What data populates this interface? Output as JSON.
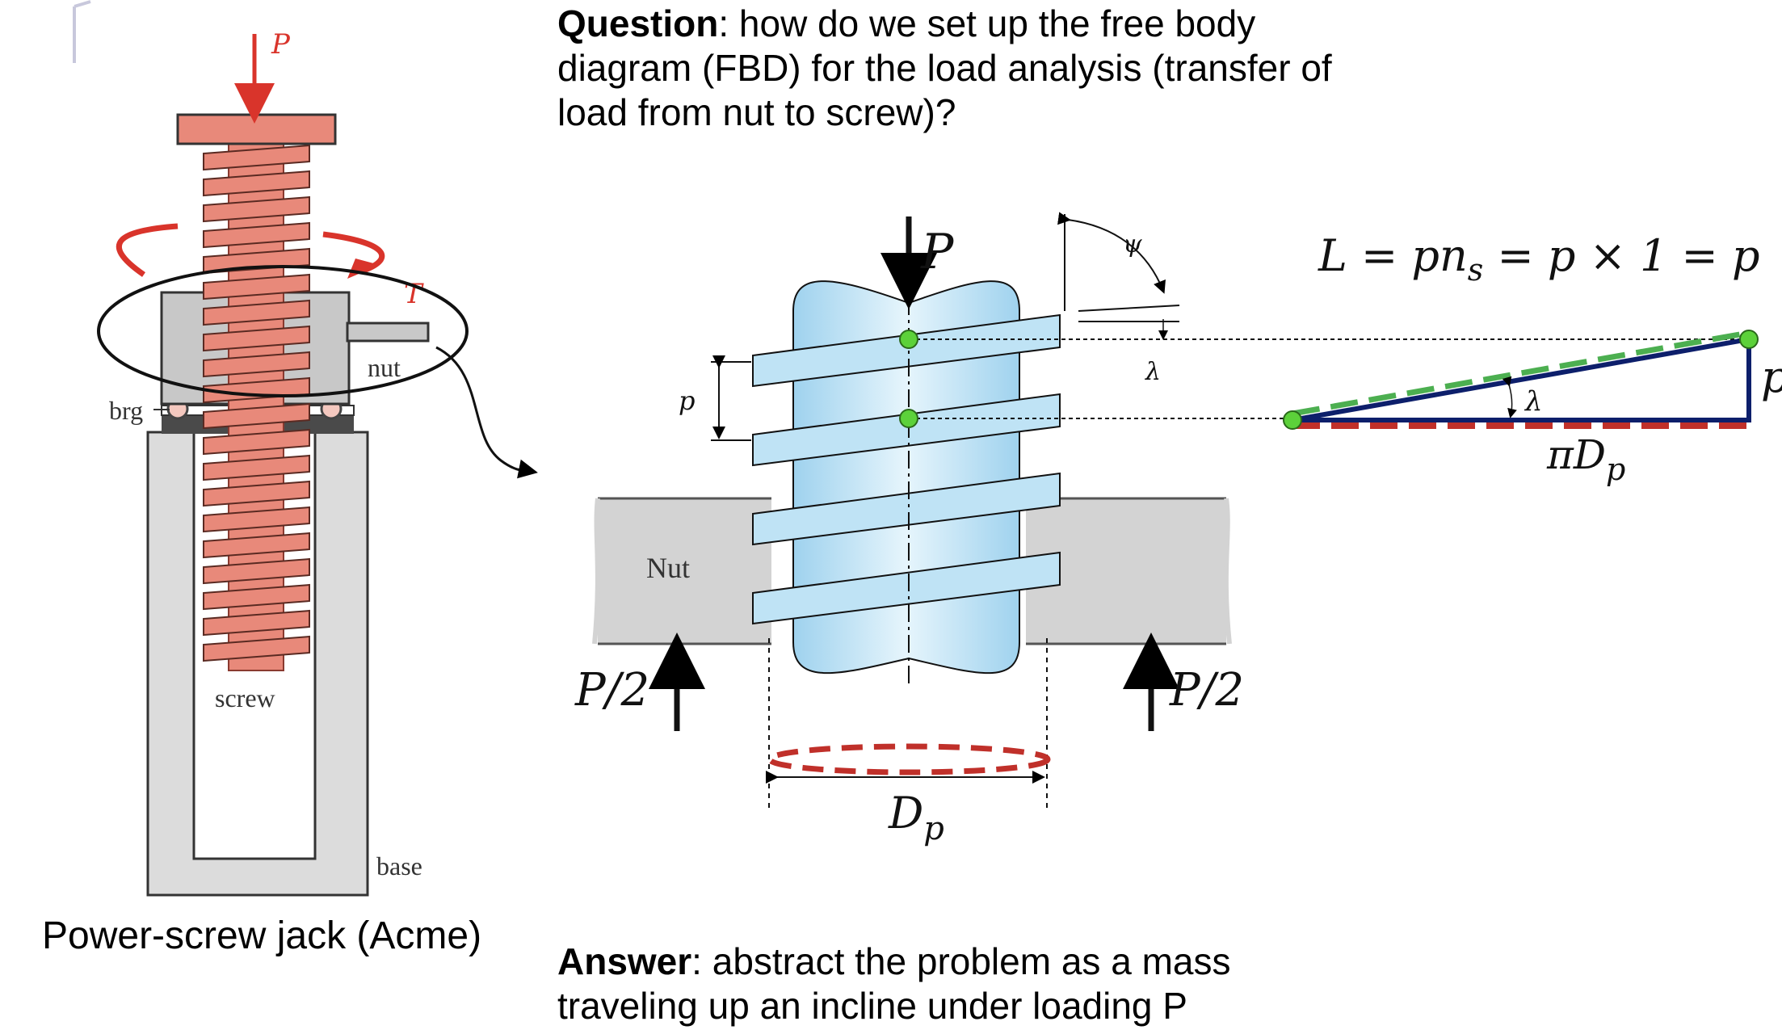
{
  "question": {
    "lead": "Question",
    "rest": ": how do we set up the free body diagram (FBD) for the load analysis (transfer of load from nut to screw)?"
  },
  "answer": {
    "lead": "Answer",
    "rest": ": abstract the problem as a mass traveling up an incline under loading P"
  },
  "left_diagram": {
    "caption": "Power-screw jack (Acme)",
    "labels": {
      "load": "P",
      "torque": "T",
      "nut": "nut",
      "bearing": "brg",
      "screw": "screw",
      "base": "base"
    }
  },
  "middle_diagram": {
    "labels": {
      "load": "P",
      "psi": "ψ",
      "lambda": "λ",
      "pitch": "p",
      "nut": "Nut",
      "reaction_left": "P/2",
      "reaction_right": "P/2",
      "pitch_diameter": "D",
      "pitch_diameter_sub": "p"
    }
  },
  "right_diagram": {
    "equation": "L = pn",
    "equation_sub": "s",
    "equation_rest": " = p × 1 = p",
    "side_label": "p",
    "angle_label": "λ",
    "base_label": "πD",
    "base_label_sub": "p"
  },
  "colors": {
    "screw_red": "#e8897a",
    "arrow_red": "#d9342b",
    "thread_blue": "#bfe3f5",
    "nut_gray": "#d3d3d3",
    "incline_navy": "#0d1f6b",
    "green_dash": "#4caf50",
    "red_dash": "#c0302a",
    "point_green": "#5cd13a"
  }
}
